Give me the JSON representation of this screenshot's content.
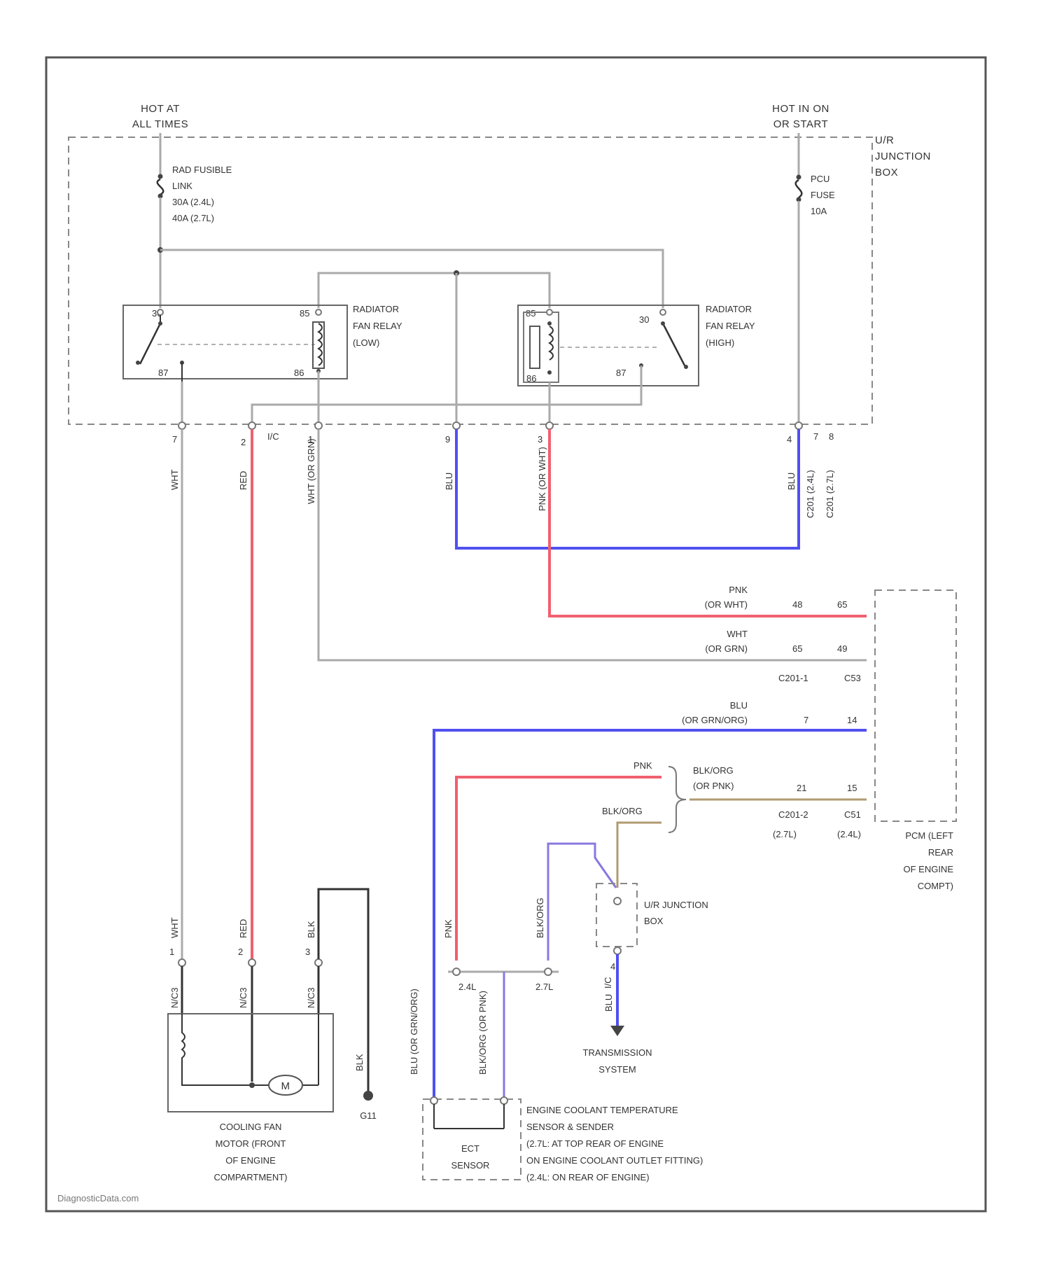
{
  "power": {
    "hot_at_all_times": [
      "HOT AT",
      "ALL TIMES"
    ],
    "hot_in_on_or_start": [
      "HOT IN ON",
      "OR START"
    ]
  },
  "ur_junction_box": [
    "U/R",
    "JUNCTION",
    "BOX"
  ],
  "rad_fusible_link": [
    "RAD FUSIBLE",
    "LINK",
    "30A  (2.4L)",
    "40A  (2.7L)"
  ],
  "pcu_fuse": [
    "PCU",
    "FUSE",
    "10A"
  ],
  "relay_low": {
    "label": [
      "RADIATOR",
      "FAN RELAY",
      "(LOW)"
    ],
    "pins": {
      "p30": "30",
      "p85": "85",
      "p87": "87",
      "p86": "86"
    }
  },
  "relay_high": {
    "label": [
      "RADIATOR",
      "FAN RELAY",
      "(HIGH)"
    ],
    "pins": {
      "p85": "85",
      "p30": "30",
      "p86": "86",
      "p87": "87"
    }
  },
  "jb_terminals": [
    "7",
    "2",
    "1",
    "9",
    "3",
    "4"
  ],
  "jb_connector": [
    "I/C",
    "7",
    "8"
  ],
  "wire_vertical_labels": {
    "wht": "WHT",
    "red": "RED",
    "wht_or_grn": "WHT (OR GRN)",
    "blu": "BLU",
    "pnk_or_wht": "PNK (OR WHT)",
    "blu_right": "BLU",
    "c201_24": "C201  (2.4L)",
    "c201_27": "C201  (2.7L)"
  },
  "pcm_wires": [
    {
      "color": "PNK",
      "alt": "(OR WHT)",
      "pins": [
        "48",
        "65"
      ]
    },
    {
      "color": "WHT",
      "alt": "(OR GRN)",
      "pins": [
        "65",
        "49"
      ]
    }
  ],
  "pcm_conn1": [
    "C201-1",
    "C53"
  ],
  "pcm_blu": {
    "color": "BLU",
    "alt": "(OR GRN/ORG)",
    "pins": [
      "7",
      "14"
    ]
  },
  "pcm_blkorg": {
    "color": "BLK/ORG",
    "alt": "(OR PNK)",
    "pins": [
      "21",
      "15"
    ]
  },
  "pcm_conn2": [
    "C201-2",
    "C51",
    "(2.7L)",
    "(2.4L)"
  ],
  "pcm_label": [
    "PCM (LEFT",
    "REAR",
    "OF ENGINE",
    "COMPT)"
  ],
  "sensor_wires": {
    "pnk": "PNK",
    "blkorg": "BLK/ORG"
  },
  "ur_junction_box_small": [
    "U/R JUNCTION",
    "BOX"
  ],
  "ujb_pins": [
    "4",
    "I/C"
  ],
  "sensor_vertical": {
    "blkorg": "BLK/ORG",
    "pnk": "PNK",
    "blu_or_grnorg": "BLU (OR GRN/ORG)",
    "blkorg_or_pnk": "BLK/ORG (OR PNK)",
    "blu": "BLU"
  },
  "engine_variants": [
    "2.4L",
    "2.7L"
  ],
  "transmission": [
    "TRANSMISSION",
    "SYSTEM"
  ],
  "motor": {
    "wire_labels": {
      "wht": "WHT",
      "red": "RED",
      "blk": "BLK"
    },
    "pins": [
      "1",
      "2",
      "3"
    ],
    "connectors": [
      "N/C3",
      "N/C3",
      "N/C3"
    ],
    "symbol": "M",
    "label": [
      "COOLING FAN",
      "MOTOR (FRONT",
      "OF ENGINE",
      "COMPARTMENT)"
    ]
  },
  "ground": {
    "wire": "BLK",
    "name": "G11"
  },
  "ect_sensor": {
    "symbol": "ECT",
    "name": "SENSOR",
    "label": [
      "ENGINE COOLANT TEMPERATURE",
      "SENSOR & SENDER",
      "(2.7L: AT TOP REAR OF ENGINE",
      "ON ENGINE COOLANT OUTLET FITTING)",
      "(2.4L: ON REAR OF ENGINE)"
    ]
  },
  "watermark": "DiagnosticData.com",
  "colors": {
    "red_wire": "#f06070",
    "blue_wire": "#5050f0",
    "tan_wire": "#b09a70",
    "violet_wire": "#8878e0",
    "gray_wire": "#aaaaaa",
    "dark_wire": "#333333"
  }
}
